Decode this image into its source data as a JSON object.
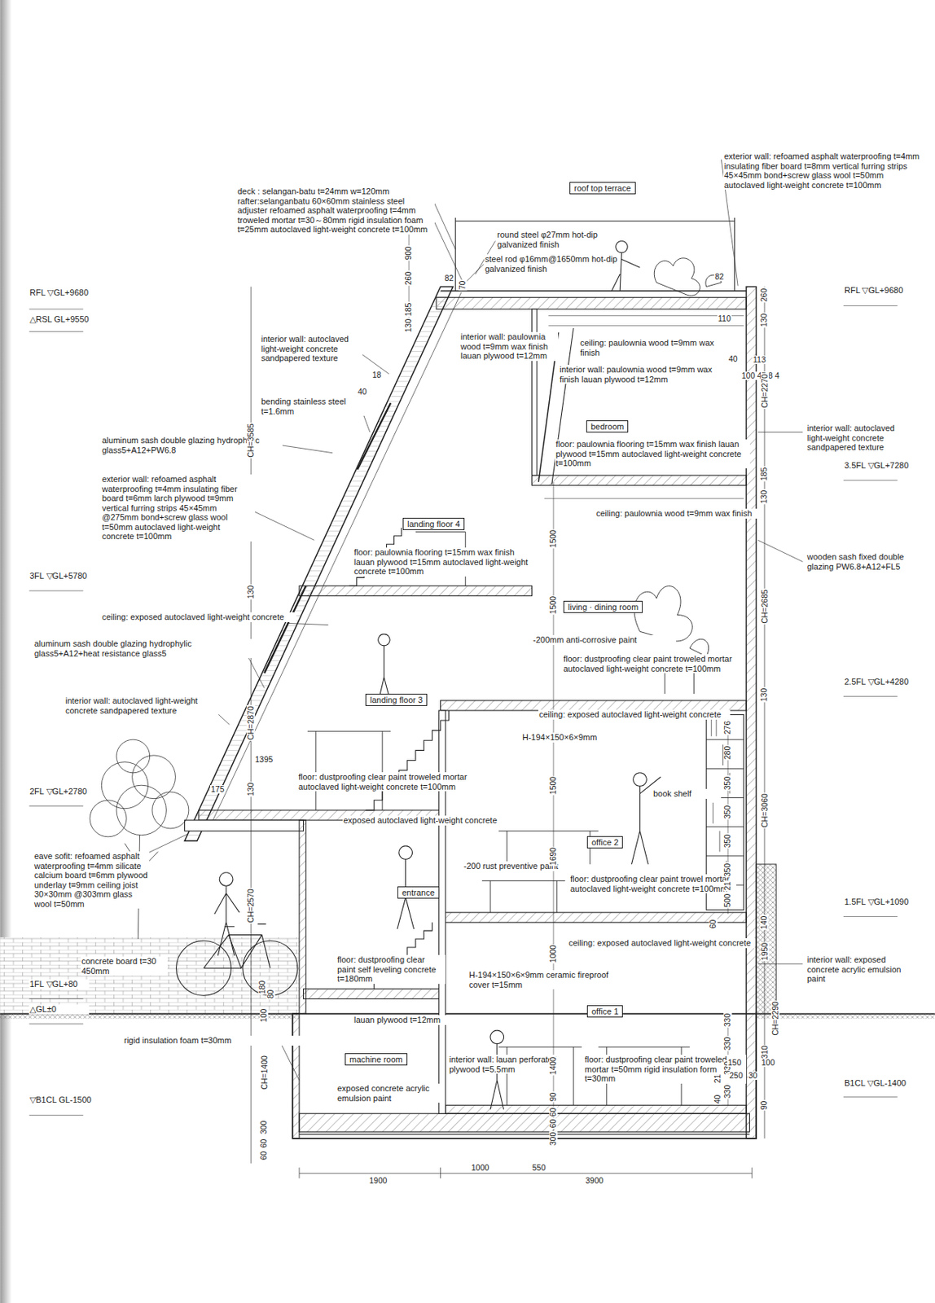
{
  "diagram": {
    "nodes": [
      {
        "text": [
          "roof top terrace"
        ]
      },
      {
        "text": [
          "bedroom"
        ]
      },
      {
        "text": [
          "landing floor 4"
        ]
      },
      {
        "text": [
          "living · dining room"
        ]
      },
      {
        "text": [
          "landing floor 3"
        ]
      },
      {
        "text": [
          "office 2"
        ]
      },
      {
        "text": [
          "entrance"
        ]
      },
      {
        "text": [
          "office 1"
        ]
      },
      {
        "text": [
          "machine room"
        ]
      }
    ],
    "labels": [
      "deck : selangan-batu t=24mm w=120mm rafter:selanganbatu 60×60mm stainless steel adjuster refoamed asphalt waterproofing t=4mm troweled mortar t=30～80mm rigid insulation foam t=25mm autoclaved light-weight concrete t=100mm",
      "round steel φ27mm hot-dip galvanized finish",
      "steel rod φ16mm@1650mm hot-dip galvanized finish",
      "exterior wall: refoamed asphalt waterproofing t=4mm insulating fiber board t=8mm vertical furring strips 45×45mm bond+screw glass wool t=50mm autoclaved light-weight concrete t=100mm",
      "RFL ▽GL+9680",
      "△RSL GL+9550",
      "RFL ▽GL+9680",
      "interior wall: autoclaved light-weight concrete sandpapered texture",
      "interior wall: paulownia wood t=9mm wax finish lauan plywood t=12mm",
      "ceiling: paulownia wood t=9mm wax finish",
      "interior wall: paulownia wood t=9mm wax finish lauan plywood t=12mm",
      "bending stainless steel t=1.6mm",
      "aluminum sash double glazing hydrophylic glass5+A12+PW6.8",
      "interior wall: autoclaved light-weight concrete sandpapered texture",
      "3.5FL ▽GL+7280",
      "floor: paulownia flooring t=15mm wax finish lauan plywood t=15mm autoclaved light-weight concrete t=100mm",
      "exterior wall: refoamed asphalt waterproofing t=4mm insulating fiber board t=6mm larch plywood t=9mm vertical furring strips 45×45mm @275mm bond+screw glass wool t=50mm autoclaved light-weight concrete t=100mm",
      "ceiling: paulownia wood t=9mm wax finish",
      "floor: paulownia flooring t=15mm wax finish lauan plywood t=15mm autoclaved light-weight concrete t=100mm",
      "wooden sash fixed double glazing PW6.8+A12+FL5",
      "3FL ▽GL+5780",
      "ceiling: exposed autoclaved light-weight concrete",
      "aluminum sash double glazing hydrophylic glass5+A12+heat resistance glass5",
      "-200mm anti-corrosive paint",
      "floor: dustproofing clear paint troweled mortar autoclaved light-weight concrete t=100mm",
      "2.5FL ▽GL+4280",
      "interior wall: autoclaved light-weight concrete sandpapered texture",
      "ceiling: exposed autoclaved light-weight concrete",
      "H-194×150×6×9mm",
      "floor: dustproofing clear paint troweled mortar autoclaved light-weight concrete t=100mm",
      "book shelf",
      "2FL ▽GL+2780",
      "exposed autoclaved light-weight concrete",
      "eave sofit: refoamed asphalt waterproofing t=4mm silicate calcium board t=6mm plywood underlay t=9mm ceiling joist 30×30mm @303mm glass wool t=50mm",
      "-200 rust preventive paint",
      "floor: dustproofing clear paint trowel mortar autoclaved light-weight concrete t=100mm",
      "1.5FL ▽GL+1090",
      "ceiling: exposed autoclaved light-weight concrete",
      "floor: dustproofing clear paint self leveling concrete t=180mm",
      "concrete board t=30 450mm",
      "H-194×150×6×9mm ceramic fireproof cover t=15mm",
      "interior wall: exposed concrete acrylic emulsion paint",
      "1FL ▽GL+80",
      "△GL±0",
      "rigid insulation foam t=30mm",
      "lauan plywood t=12mm",
      "interior wall: lauan perforated plywood t=5.5mm",
      "floor: dustproofing clear paint troweled mortar t=50mm rigid insulation form t=30mm",
      "exposed concrete acrylic emulsion paint",
      "B1CL ▽GL-1400",
      "▽B1CL GL-1500",
      "900",
      "260",
      "185",
      "130",
      "82",
      "70",
      "82",
      "110",
      "40",
      "113",
      "100 45 8 4",
      "18",
      "40",
      "CH=3585",
      "130",
      "CH=2870",
      "1395",
      "175",
      "130",
      "CH=2570",
      "180",
      "80",
      "100",
      "CH=1400",
      "60",
      "60",
      "300",
      "1500",
      "1500",
      "1500",
      "1690",
      "1000",
      "1400",
      "90",
      "60",
      "60",
      "300",
      "260",
      "130",
      "CH=2270",
      "185",
      "130",
      "CH=2685",
      "130",
      "CH=3060",
      "140",
      "1950",
      "CH=2290",
      "1310",
      "100",
      "90",
      "276",
      "280",
      "350",
      "350",
      "350",
      "350",
      "21",
      "500",
      "60",
      "330",
      "330",
      "330",
      "330",
      "21",
      "40",
      "150",
      "250",
      "30",
      "1900",
      "1000",
      "550",
      "3900"
    ]
  }
}
